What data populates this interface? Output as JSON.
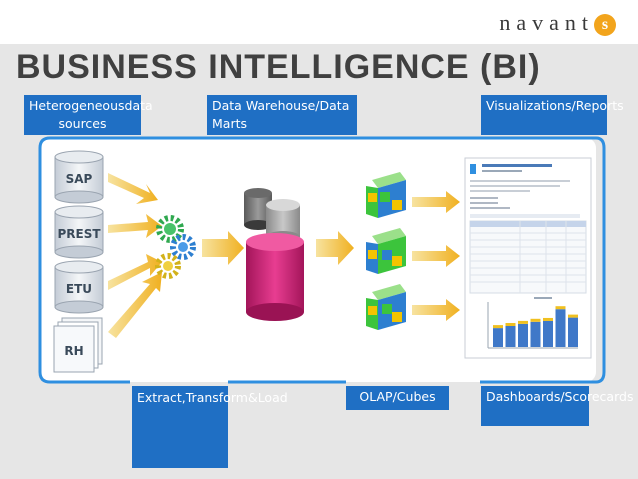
{
  "logo": {
    "text": "navant",
    "badge": "s"
  },
  "title": "BUSINESS INTELLIGENCE (BI)",
  "labels": {
    "sources": [
      "Heterogeneous",
      "data sources"
    ],
    "warehouse": [
      "Data Warehouse/",
      "Data Marts"
    ],
    "visualizations": [
      "Visualizations/",
      "Reports"
    ],
    "etl": [
      "Extract,",
      "Transform",
      "&",
      "Load"
    ],
    "olap": "OLAP/Cubes",
    "dashboards": [
      "Dashboards/",
      "Scorecards"
    ]
  },
  "sources": [
    "SAP",
    "PREST",
    "ETU",
    "RH"
  ],
  "colors": {
    "label_bg": "#1f6fc4",
    "frame": "#2f8fe0",
    "arrow": "#f0b020",
    "cylinder_dark": "#444444",
    "cylinder_pink": "#d6267a",
    "cube_green": "#3cc43c",
    "cube_blue": "#3a7fd6",
    "cube_yellow": "#f3c400",
    "bar": "#3f78c8"
  },
  "report_chart": {
    "values": [
      0.45,
      0.5,
      0.55,
      0.6,
      0.62,
      0.9,
      0.7
    ]
  }
}
